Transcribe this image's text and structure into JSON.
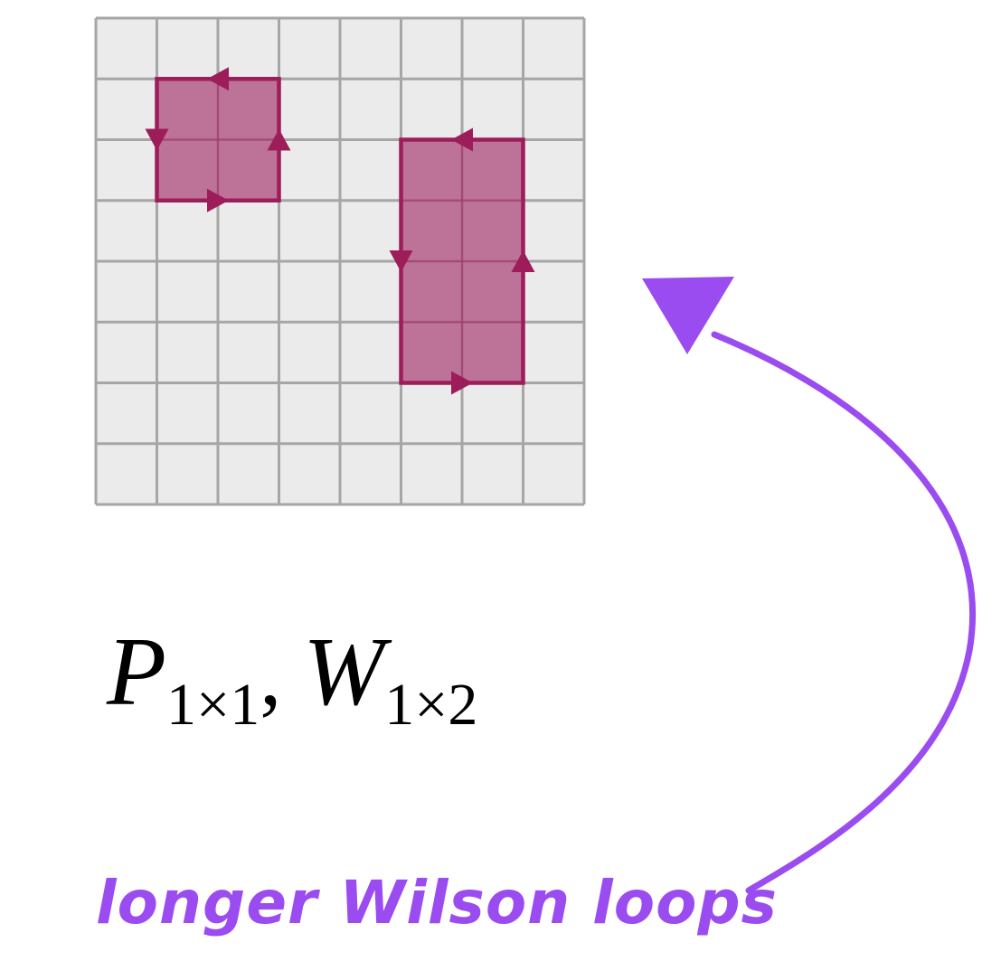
{
  "lattice": {
    "columns": 8,
    "rows": 8,
    "cell_color": "#ebebeb",
    "grid_line_color": "#a6a6a6"
  },
  "loops": [
    {
      "id": "plaquette",
      "col_start": 1,
      "row_start": 1,
      "cols": 2,
      "rows": 2,
      "fill_color": "#b05080",
      "edge_color": "#9c1d5a"
    },
    {
      "id": "wilson-loop",
      "col_start": 5,
      "row_start": 2,
      "cols": 2,
      "rows": 4,
      "fill_color": "#b05080",
      "edge_color": "#9c1d5a"
    }
  ],
  "label": {
    "symbol_1": "P",
    "subscript_1": "1×1",
    "separator": ",",
    "symbol_2": "W",
    "subscript_2": "1×2"
  },
  "annotation": {
    "text": "longer Wilson loops",
    "color": "#9b4cf0"
  }
}
